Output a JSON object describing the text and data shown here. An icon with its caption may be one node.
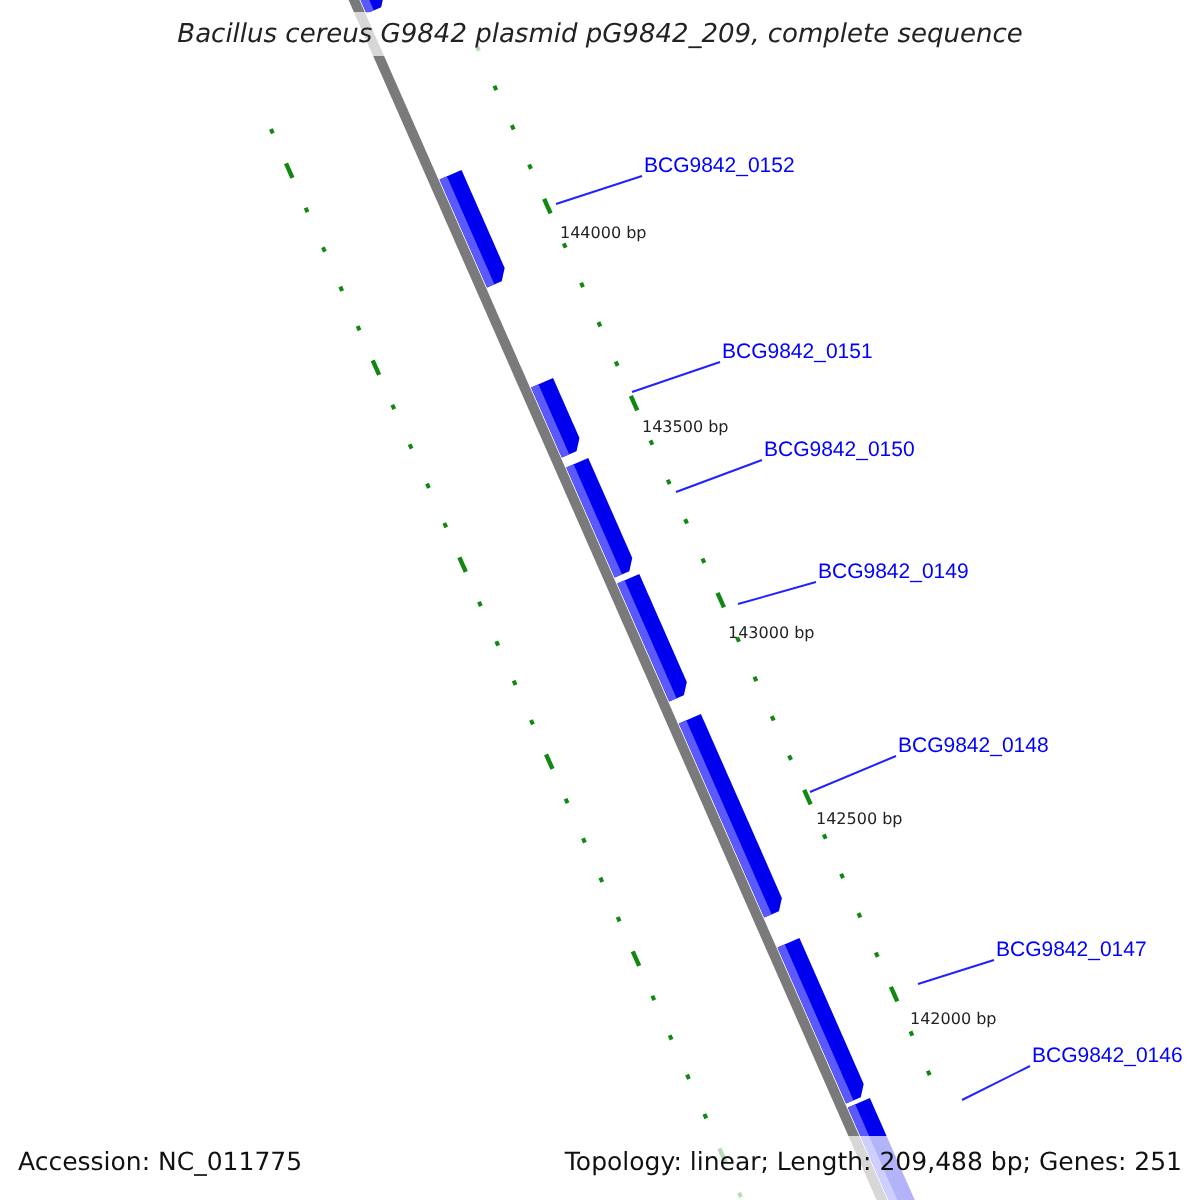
{
  "diagram": {
    "title": "Bacillus cereus G9842 plasmid pG9842_209, complete sequence",
    "nodes": [
      {
        "text": [
          "BCG9842_0152"
        ]
      },
      {
        "text": [
          "BCG9842_0151"
        ]
      },
      {
        "text": [
          "BCG9842_0150"
        ]
      },
      {
        "text": [
          "BCG9842_0149"
        ]
      },
      {
        "text": [
          "BCG9842_0148"
        ]
      },
      {
        "text": [
          "BCG9842_0147"
        ]
      },
      {
        "text": [
          "BCG9842_0146"
        ]
      }
    ],
    "edges": [
      {
        "from": 0,
        "to": null,
        "arrow": "none"
      },
      {
        "from": 1,
        "to": null,
        "arrow": "none"
      },
      {
        "from": 2,
        "to": null,
        "arrow": "none"
      },
      {
        "from": 3,
        "to": null,
        "arrow": "none"
      },
      {
        "from": 4,
        "to": null,
        "arrow": "none"
      },
      {
        "from": 5,
        "to": null,
        "arrow": "none"
      },
      {
        "from": 6,
        "to": null,
        "arrow": "none"
      }
    ],
    "labels": [
      "144000 bp",
      "143500 bp",
      "143000 bp",
      "142500 bp",
      "142000 bp",
      "Accession: NC_011775",
      "Topology: linear; Length: 209,488 bp; Genes: 251"
    ]
  }
}
